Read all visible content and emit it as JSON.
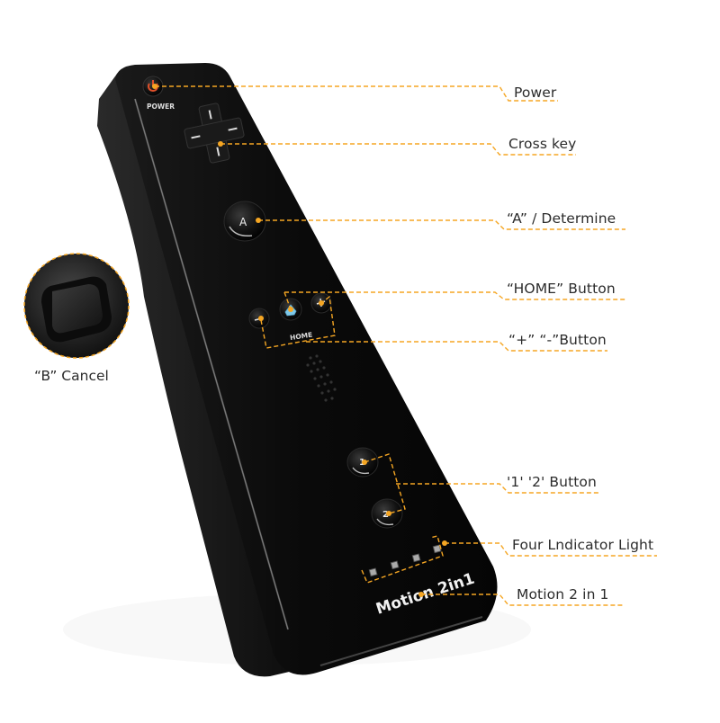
{
  "product": {
    "name": "Wii Remote (Motion 2 in 1)",
    "body_color": "#0b0b0b",
    "accent_color": "#f5a623",
    "printed_text": {
      "power": "POWER",
      "home": "HOME",
      "brand": "Motion 2in1",
      "a_button": "A",
      "button_1": "1",
      "button_2": "2"
    }
  },
  "callouts": [
    {
      "id": "power",
      "label": "Power"
    },
    {
      "id": "cross-key",
      "label": "Cross key"
    },
    {
      "id": "a-button",
      "label": "“A” / Determine"
    },
    {
      "id": "home-button",
      "label": "“HOME” Button"
    },
    {
      "id": "plus-minus-button",
      "label": "“+” “-”Button"
    },
    {
      "id": "one-two-button",
      "label": "'1' '2' Button"
    },
    {
      "id": "indicator-light",
      "label": "Four Lndicator Light"
    },
    {
      "id": "motion",
      "label": "Motion 2 in 1"
    }
  ],
  "inset": {
    "label": "“B” Cancel"
  }
}
